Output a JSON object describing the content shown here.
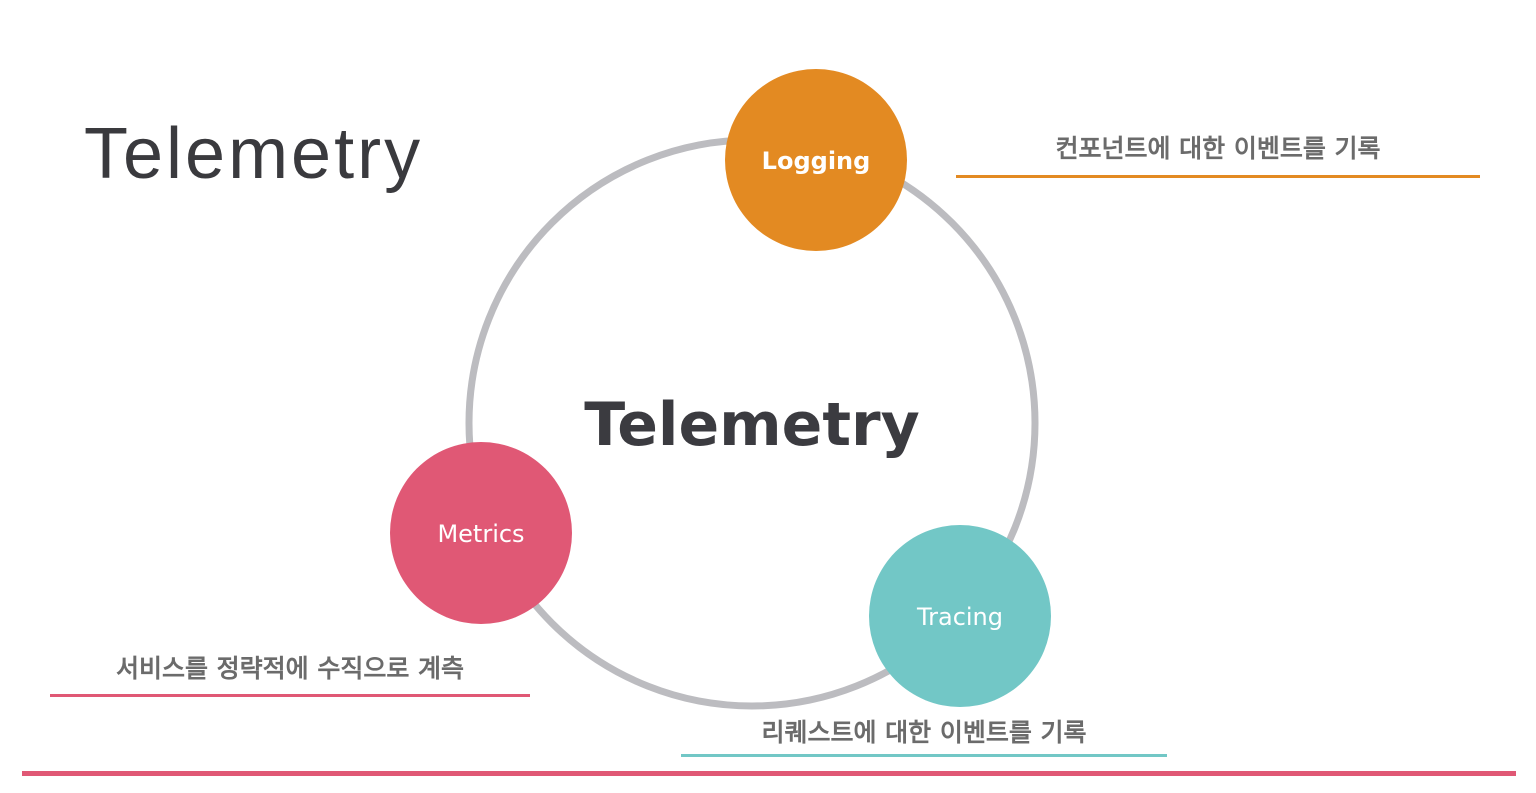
{
  "title": "Telemetry",
  "center_label": "Telemetry",
  "colors": {
    "ring": "#bcbcc0",
    "logging": "#e38a22",
    "metrics": "#e05875",
    "tracing": "#72c7c6",
    "text_dark": "#3b3b40",
    "text_muted": "#6b6b6b",
    "bottom_bar": "#e05875"
  },
  "nodes": [
    {
      "id": "logging",
      "label": "Logging",
      "description": "컨포넌트에 대한 이벤트를 기록"
    },
    {
      "id": "metrics",
      "label": "Metrics",
      "description": "서비스를 정략적에 수직으로 계측"
    },
    {
      "id": "tracing",
      "label": "Tracing",
      "description": "리퀘스트에 대한 이벤트를 기록"
    }
  ]
}
